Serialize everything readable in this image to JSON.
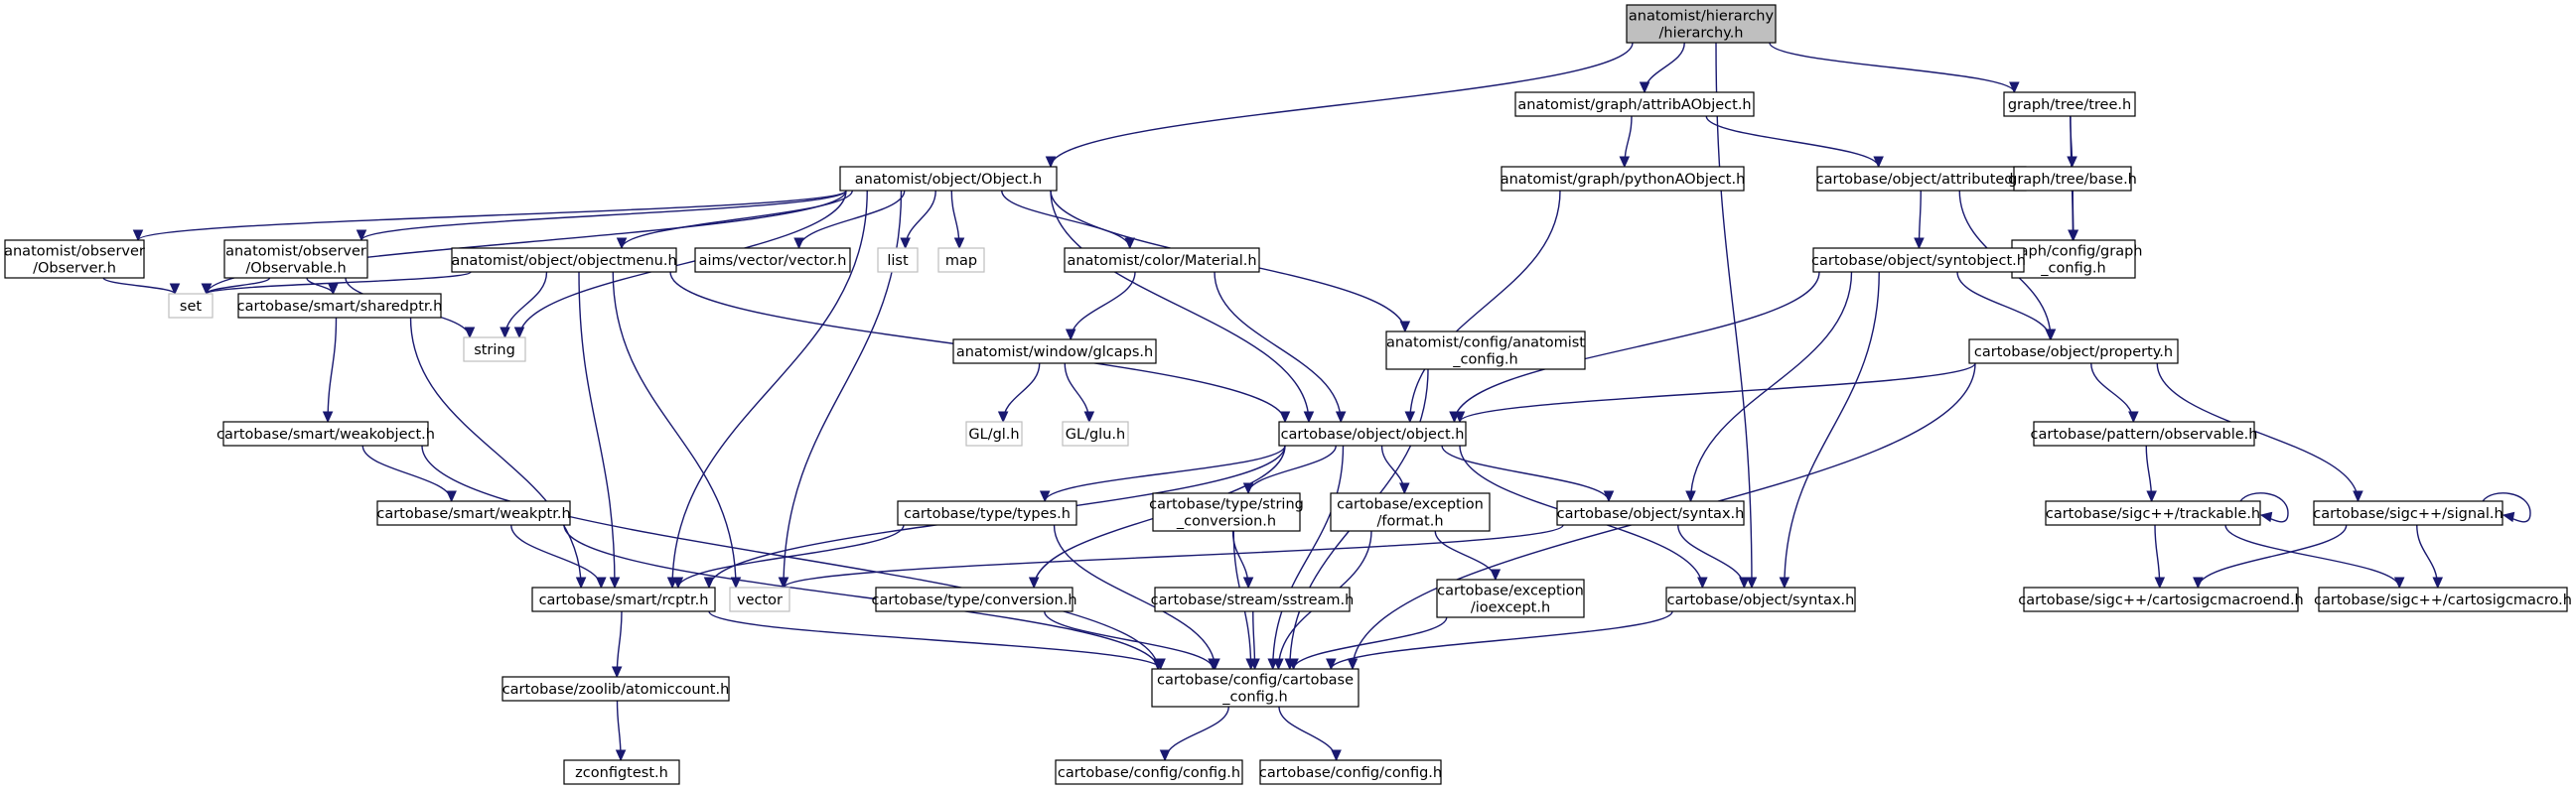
{
  "graph": {
    "colors": {
      "edge": "#191970",
      "root_fill": "#bfbfbf",
      "border": "#000000",
      "system_border": "#bfbfbf"
    },
    "nodes": [
      {
        "id": "root",
        "lines": [
          "anatomist/hierarchy",
          "/hierarchy.h"
        ],
        "kind": "root"
      },
      {
        "id": "attribAObject",
        "lines": [
          "anatomist/graph/attribAObject.h"
        ]
      },
      {
        "id": "tree",
        "lines": [
          "graph/tree/tree.h"
        ]
      },
      {
        "id": "object",
        "lines": [
          "anatomist/object/Object.h"
        ]
      },
      {
        "id": "pythonAObject",
        "lines": [
          "anatomist/graph/pythonAObject.h"
        ]
      },
      {
        "id": "attributed",
        "lines": [
          "cartobase/object/attributed.h"
        ]
      },
      {
        "id": "treebase",
        "lines": [
          "graph/tree/base.h"
        ]
      },
      {
        "id": "graphconfig",
        "lines": [
          "graph/config/graph",
          "_config.h"
        ]
      },
      {
        "id": "observer",
        "lines": [
          "anatomist/observer",
          "/Observer.h"
        ]
      },
      {
        "id": "observable",
        "lines": [
          "anatomist/observer",
          "/Observable.h"
        ]
      },
      {
        "id": "objectmenu",
        "lines": [
          "anatomist/object/objectmenu.h"
        ]
      },
      {
        "id": "vectorh",
        "lines": [
          "aims/vector/vector.h"
        ]
      },
      {
        "id": "list",
        "lines": [
          "list"
        ],
        "kind": "sys"
      },
      {
        "id": "map",
        "lines": [
          "map"
        ],
        "kind": "sys"
      },
      {
        "id": "material",
        "lines": [
          "anatomist/color/Material.h"
        ]
      },
      {
        "id": "syntobject",
        "lines": [
          "cartobase/object/syntobject.h"
        ]
      },
      {
        "id": "set",
        "lines": [
          "set"
        ],
        "kind": "sys"
      },
      {
        "id": "string",
        "lines": [
          "string"
        ],
        "kind": "sys"
      },
      {
        "id": "sharedptr",
        "lines": [
          "cartobase/smart/sharedptr.h"
        ]
      },
      {
        "id": "glcaps",
        "lines": [
          "anatomist/window/glcaps.h"
        ]
      },
      {
        "id": "anatconfig",
        "lines": [
          "anatomist/config/anatomist",
          "_config.h"
        ]
      },
      {
        "id": "property",
        "lines": [
          "cartobase/object/property.h"
        ]
      },
      {
        "id": "weakobject",
        "lines": [
          "cartobase/smart/weakobject.h"
        ]
      },
      {
        "id": "gl",
        "lines": [
          "GL/gl.h"
        ],
        "kind": "sys"
      },
      {
        "id": "glu",
        "lines": [
          "GL/glu.h"
        ],
        "kind": "sys"
      },
      {
        "id": "cobject",
        "lines": [
          "cartobase/object/object.h"
        ]
      },
      {
        "id": "observableh",
        "lines": [
          "cartobase/pattern/observable.h"
        ]
      },
      {
        "id": "weakptr",
        "lines": [
          "cartobase/smart/weakptr.h"
        ]
      },
      {
        "id": "types",
        "lines": [
          "cartobase/type/types.h"
        ]
      },
      {
        "id": "stringconv",
        "lines": [
          "cartobase/type/string",
          "_conversion.h"
        ]
      },
      {
        "id": "excformat",
        "lines": [
          "cartobase/exception",
          "/format.h"
        ]
      },
      {
        "id": "syntax1",
        "lines": [
          "cartobase/object/syntax.h"
        ]
      },
      {
        "id": "trackable",
        "lines": [
          "cartobase/sigc++/trackable.h"
        ]
      },
      {
        "id": "signal",
        "lines": [
          "cartobase/sigc++/signal.h"
        ]
      },
      {
        "id": "vector",
        "lines": [
          "vector"
        ],
        "kind": "sys"
      },
      {
        "id": "rcptr",
        "lines": [
          "cartobase/smart/rcptr.h"
        ]
      },
      {
        "id": "conversion",
        "lines": [
          "cartobase/type/conversion.h"
        ]
      },
      {
        "id": "sstream",
        "lines": [
          "cartobase/stream/sstream.h"
        ]
      },
      {
        "id": "ioexcept",
        "lines": [
          "cartobase/exception",
          "/ioexcept.h"
        ]
      },
      {
        "id": "syntax2",
        "lines": [
          "cartobase/object/syntax.h"
        ]
      },
      {
        "id": "macroend",
        "lines": [
          "cartobase/sigc++/cartosigcmacroend.h"
        ]
      },
      {
        "id": "macro",
        "lines": [
          "cartobase/sigc++/cartosigcmacro.h"
        ]
      },
      {
        "id": "atomic",
        "lines": [
          "cartobase/zoolib/atomiccount.h"
        ]
      },
      {
        "id": "cbconfig",
        "lines": [
          "cartobase/config/cartobase",
          "_config.h"
        ]
      },
      {
        "id": "zconfig",
        "lines": [
          "zconfigtest.h"
        ]
      },
      {
        "id": "config1",
        "lines": [
          "cartobase/config/config.h"
        ]
      },
      {
        "id": "config2",
        "lines": [
          "cartobase/config/config.h"
        ]
      }
    ]
  }
}
